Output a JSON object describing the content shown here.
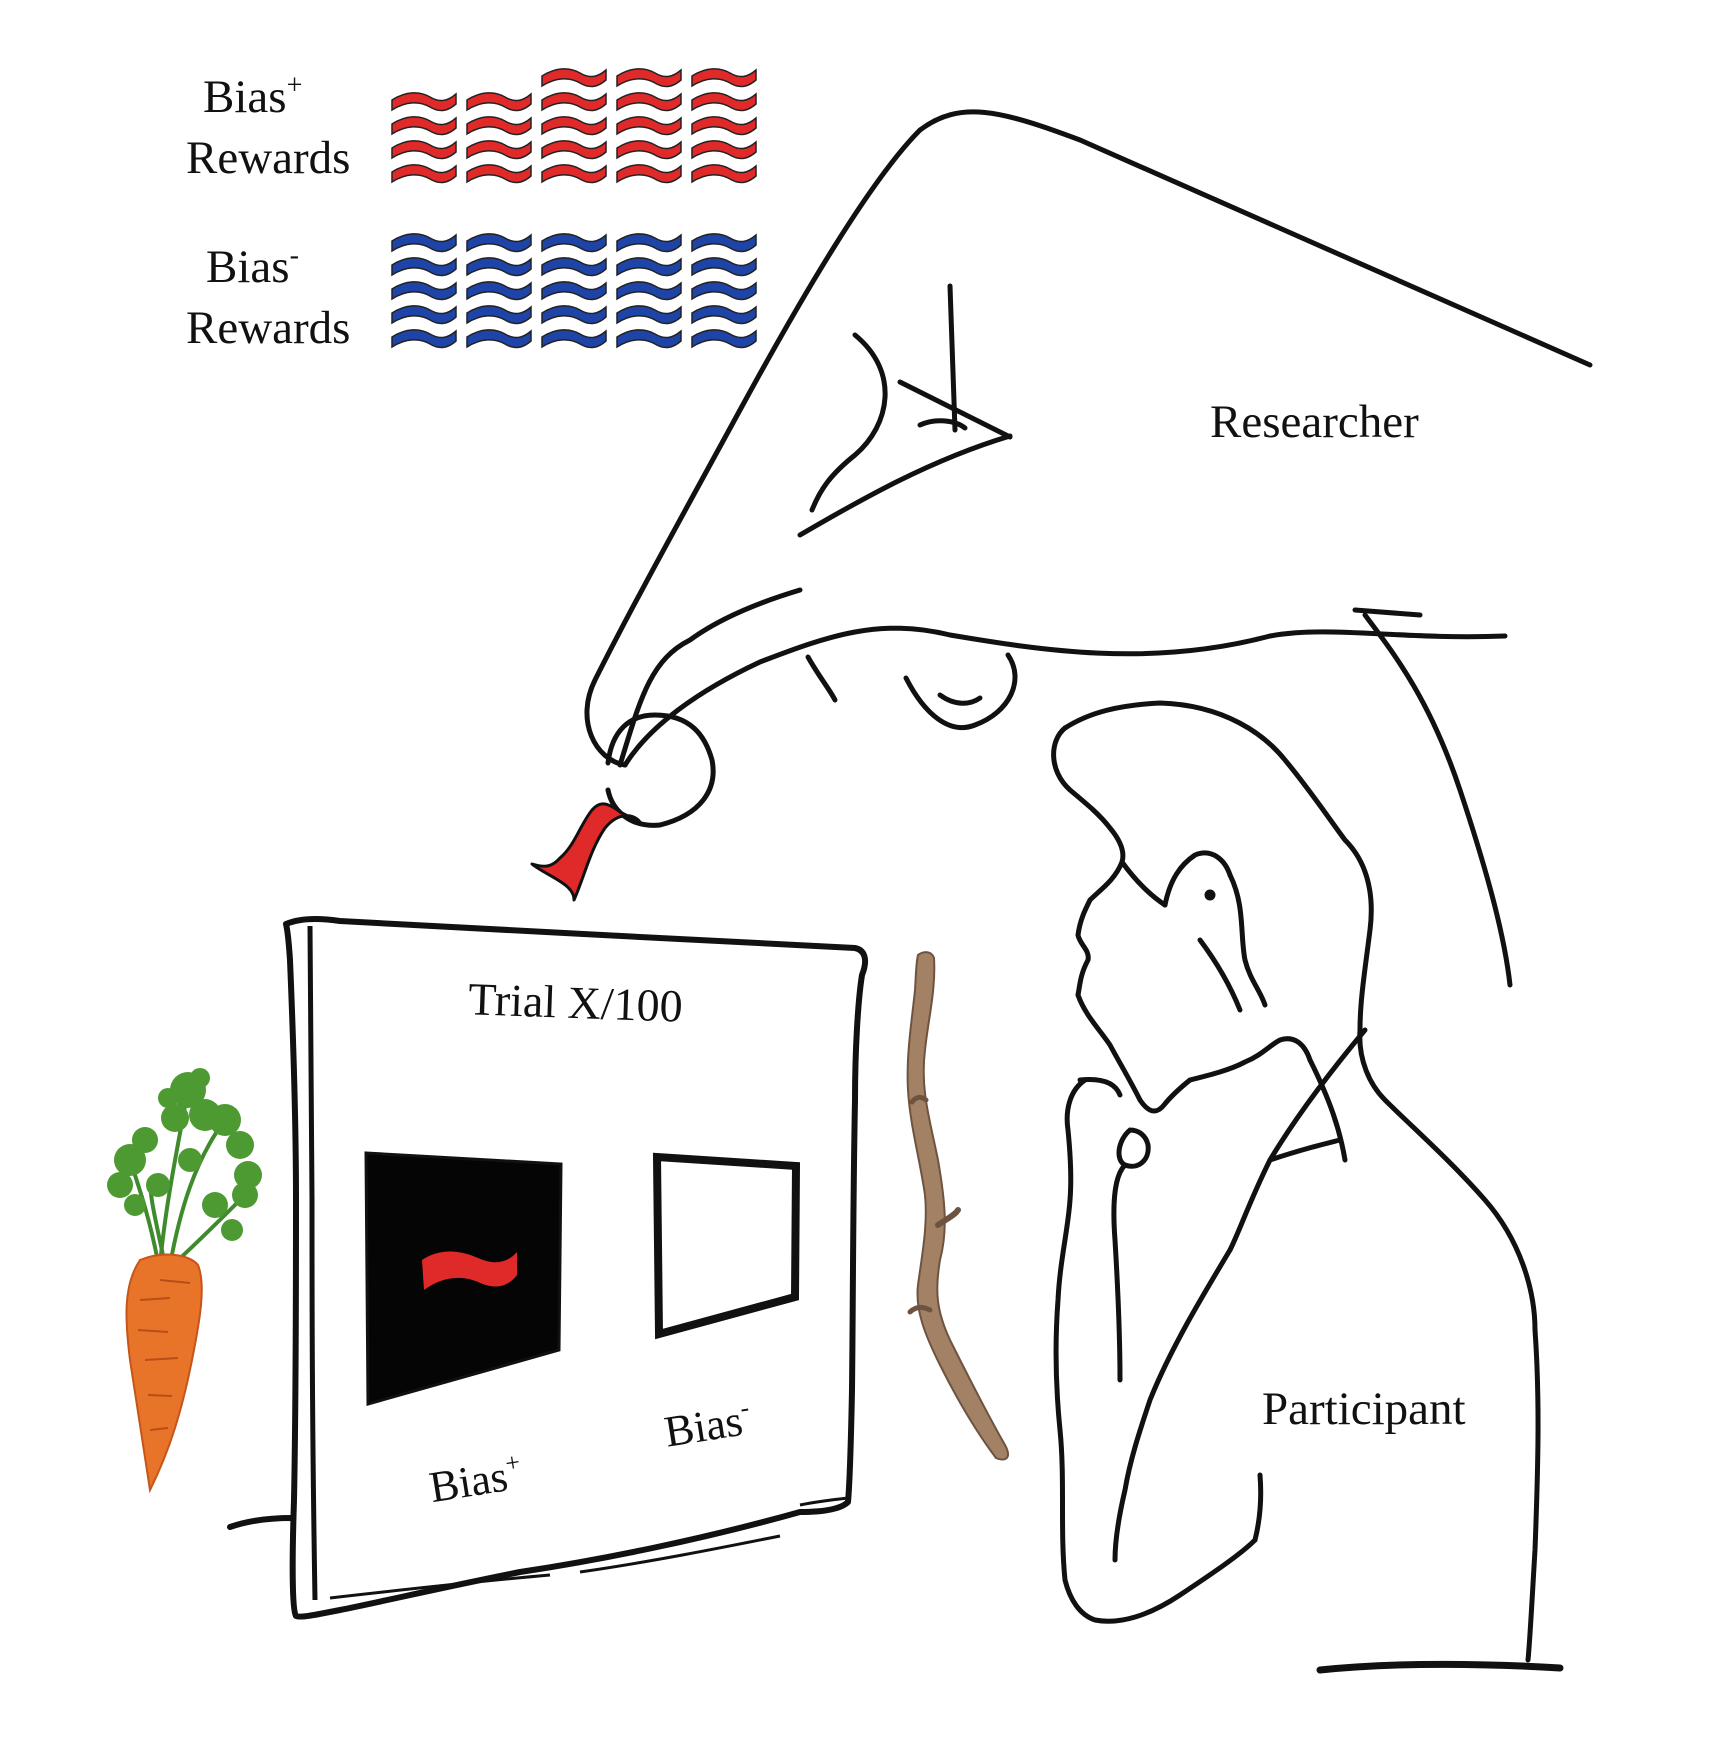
{
  "legend": {
    "bias_plus": {
      "text": "Bias",
      "sup": "+",
      "sub_label": "Rewards",
      "color": "#e02a2a",
      "stack_heights": [
        4,
        4,
        5,
        5,
        5
      ]
    },
    "bias_minus": {
      "text": "Bias",
      "sup": "-",
      "sub_label": "Rewards",
      "color": "#1f44a8",
      "stack_heights": [
        5,
        5,
        5,
        5,
        5
      ]
    }
  },
  "labels": {
    "researcher": "Researcher",
    "participant": "Participant"
  },
  "screen": {
    "trial_text": "Trial X/100",
    "left_option": {
      "text": "Bias",
      "sup": "+",
      "fill": "#050505",
      "token_color": "#e02a2a"
    },
    "right_option": {
      "text": "Bias",
      "sup": "-",
      "fill": "#ffffff"
    }
  },
  "icons": [
    "carrot-icon",
    "stick-icon",
    "reward-token-icon",
    "hand-icon",
    "participant-figure"
  ]
}
